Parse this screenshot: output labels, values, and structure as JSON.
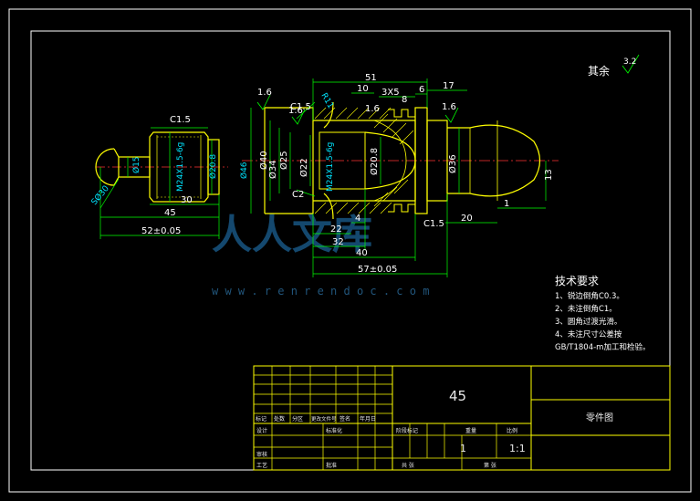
{
  "surface_finish": {
    "label": "其余",
    "value": "3.2"
  },
  "dimensions": {
    "d51": "51",
    "d10": "10",
    "d3x5": "3X5",
    "d6": "6",
    "d8": "8",
    "d17": "17",
    "d16a": "1.6",
    "d16b": "1.6",
    "d16c": "1.6",
    "d16d": "1.6",
    "r11": "R11",
    "c15a": "C1.5",
    "c15b": "C1.5",
    "c2": "C2",
    "phi46": "Ø46",
    "phi40": "Ø40",
    "phi34": "Ø34",
    "phi25": "Ø25",
    "phi22": "Ø22",
    "thread_mid": "M24X1.5-6g",
    "phi20_8": "Ø20.8",
    "phi36": "Ø36",
    "d13": "13",
    "d1": "1",
    "d20": "20",
    "d4": "4",
    "d22": "22",
    "d32": "32",
    "d40": "40",
    "d57": "57±0.05",
    "left_sr": "SØ30",
    "left_phi15": "Ø15",
    "left_thread": "M24X1.5-6g",
    "left_phi20_8": "Ø20.8",
    "left_30": "30",
    "left_45": "45",
    "left_52": "52±0.05",
    "left_c15": "C1.5"
  },
  "watermark": {
    "title": "人人文库",
    "url": "w w w . r e n r e n d o c . c o m"
  },
  "tech_requirements": {
    "title": "技术要求",
    "items": [
      "1、锐边倒角C0.3。",
      "2、未注倒角C1。",
      "3、圆角过渡光滑。",
      "4、未注尺寸公差按",
      "GB/T1804-m加工和检验。"
    ]
  },
  "title_block": {
    "material": "45",
    "drawing_name": "零件图",
    "qty": "1",
    "scale": "1:1",
    "labels": {
      "mark": "标记",
      "count": "处数",
      "zone": "分区",
      "change_doc": "更改文件号",
      "sign": "签名",
      "date": "年月日",
      "design": "设计",
      "standardize": "标准化",
      "review": "审核",
      "process": "工艺",
      "approve": "批准",
      "stage_mark": "阶段标记",
      "weight": "重量",
      "scale_label": "比例",
      "sheets": "共 张",
      "sheet_no": "第 张"
    }
  },
  "colors": {
    "background": "#000000",
    "frame": "#ffffff",
    "title_block": "#ffff00",
    "part_outline": "#ffff00",
    "dimension": "#00ff00",
    "text": "#ffffff",
    "center_line": "#ff3333",
    "hatch": "#ffff00",
    "watermark": "#1a5b8a"
  }
}
